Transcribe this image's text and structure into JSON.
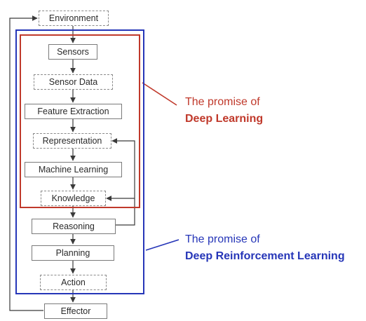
{
  "colors": {
    "deep_learning": "#c0392b",
    "deep_rl": "#2636b8",
    "box_border": "#7a7a7a",
    "arrow": "#3a3a3a",
    "text": "#2a2a2a"
  },
  "nodes": {
    "environment": "Environment",
    "sensors": "Sensors",
    "sensor_data": "Sensor Data",
    "feature_extraction": "Feature Extraction",
    "representation": "Representation",
    "machine_learning": "Machine Learning",
    "knowledge": "Knowledge",
    "reasoning": "Reasoning",
    "planning": "Planning",
    "action": "Action",
    "effector": "Effector"
  },
  "captions": {
    "deep_learning": {
      "line1": "The promise of",
      "line2": "Deep Learning"
    },
    "deep_rl": {
      "line1": "The promise of",
      "line2": "Deep Reinforcement Learning"
    }
  }
}
